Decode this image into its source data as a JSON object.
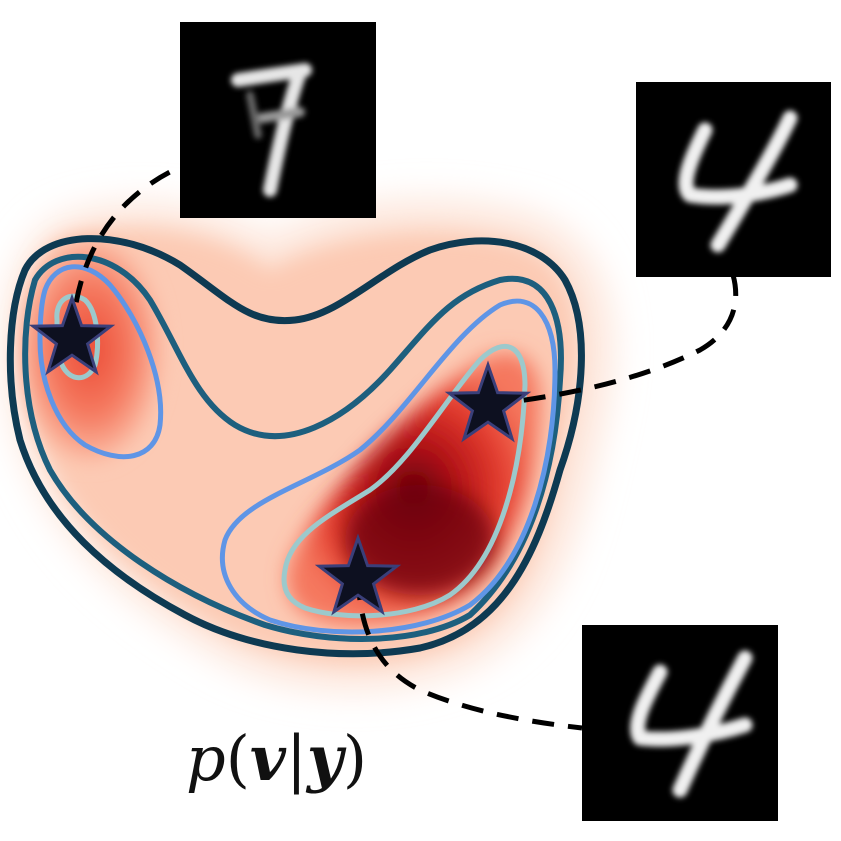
{
  "diagram": {
    "formula": {
      "fn": "p",
      "open": "(",
      "var_v": "v",
      "bar": "|",
      "var_y": "y",
      "close": ")"
    },
    "samples": [
      {
        "name": "sample-top",
        "digit": "7"
      },
      {
        "name": "sample-right",
        "digit": "4"
      },
      {
        "name": "sample-bottom",
        "digit": "4"
      }
    ],
    "colors": {
      "density_low": "#fde4d8",
      "density_mid": "#f26a4e",
      "density_high": "#67000d",
      "contour_outer": "#0e3a52",
      "contour_2": "#1d5f7e",
      "contour_3": "#5f95e6",
      "contour_inner": "#9cc9cc",
      "star_fill": "#0d1020",
      "star_edge": "#3a3f7a",
      "connector": "#000000",
      "thumb_bg": "#000000"
    },
    "icons": [
      "star-icon",
      "dashed-connector"
    ]
  }
}
